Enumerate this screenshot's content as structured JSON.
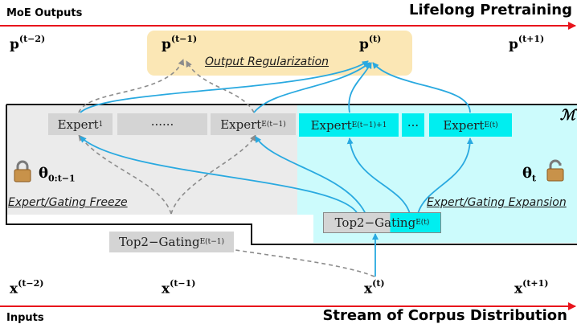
{
  "header": {
    "top_left": "MoE Outputs",
    "top_right": "Lifelong Pretraining",
    "bottom_left": "Inputs",
    "bottom_right": "Stream of Corpus Distribution"
  },
  "outputs": {
    "p_base": "p",
    "p_tm2_sup": "(t−2)",
    "p_tm1_sup": "(t−1)",
    "p_t_sup": "(t)",
    "p_tp1_sup": "(t+1)"
  },
  "inputs": {
    "x_base": "x",
    "x_tm2_sup": "(t−2)",
    "x_tm1_sup": "(t−1)",
    "x_t_sup": "(t)",
    "x_tp1_sup": "(t+1)"
  },
  "regularization": {
    "label": "Output Regularization"
  },
  "frozen": {
    "expert1_base": "Expert",
    "expert1_sub": "1",
    "dots": "······",
    "expertE_base": "Expert",
    "expertE_sub": "E(t−1)",
    "theta_base": "θ",
    "theta_sub": "0:t−1",
    "label": "Expert/Gating Freeze",
    "gating_base": "Top2−Gating",
    "gating_sub": "E(t−1)"
  },
  "expanded": {
    "expert_first_base": "Expert",
    "expert_first_sub": "E(t−1)+1",
    "dots": "···",
    "expert_last_base": "Expert",
    "expert_last_sub": "E(t)",
    "theta_base": "θ",
    "theta_sub": "t",
    "label": "Expert/Gating Expansion",
    "gating_base": "Top2−Gating",
    "gating_sub": "E(t)",
    "model_symbol": "ℳ"
  },
  "icons": [
    "locked-padlock-icon",
    "unlocked-padlock-icon"
  ],
  "colors": {
    "axis_red": "#e8141c",
    "cyan": "#00eef0",
    "cyan_region": "#ccfbfc",
    "gray_region": "#ebebeb",
    "gray_box": "#d4d4d4",
    "regularization_bg": "#fbe7b5",
    "blue_arrow": "#29a9e0",
    "gray_arrow": "#8c8c8c"
  }
}
